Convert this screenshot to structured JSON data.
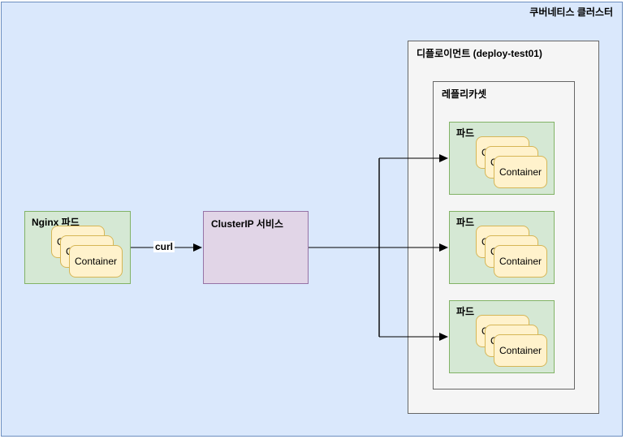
{
  "diagram": {
    "cluster": {
      "label": "쿠버네티스 클러스터"
    },
    "deployment": {
      "label": "디플로이먼트 (deploy-test01)"
    },
    "replicaset": {
      "label": "레플리카셋"
    },
    "pod": {
      "label": "파드",
      "count": 3
    },
    "nginx_pod": {
      "label": "Nginx 파드"
    },
    "service": {
      "label": "ClusterIP 서비스"
    },
    "container": {
      "label": "Container",
      "per_pod": 3
    },
    "edge_curl": {
      "label": "curl"
    }
  },
  "colors": {
    "cluster_fill": "#dae8fc",
    "cluster_border": "#6c8ebf",
    "group_fill": "#f5f5f5",
    "group_border": "#666666",
    "pod_fill": "#d5e8d4",
    "pod_border": "#82b366",
    "container_fill": "#fff2cc",
    "container_border": "#d6b656",
    "service_fill": "#e1d5e7",
    "service_border": "#9673a6",
    "arrow": "#000000"
  }
}
